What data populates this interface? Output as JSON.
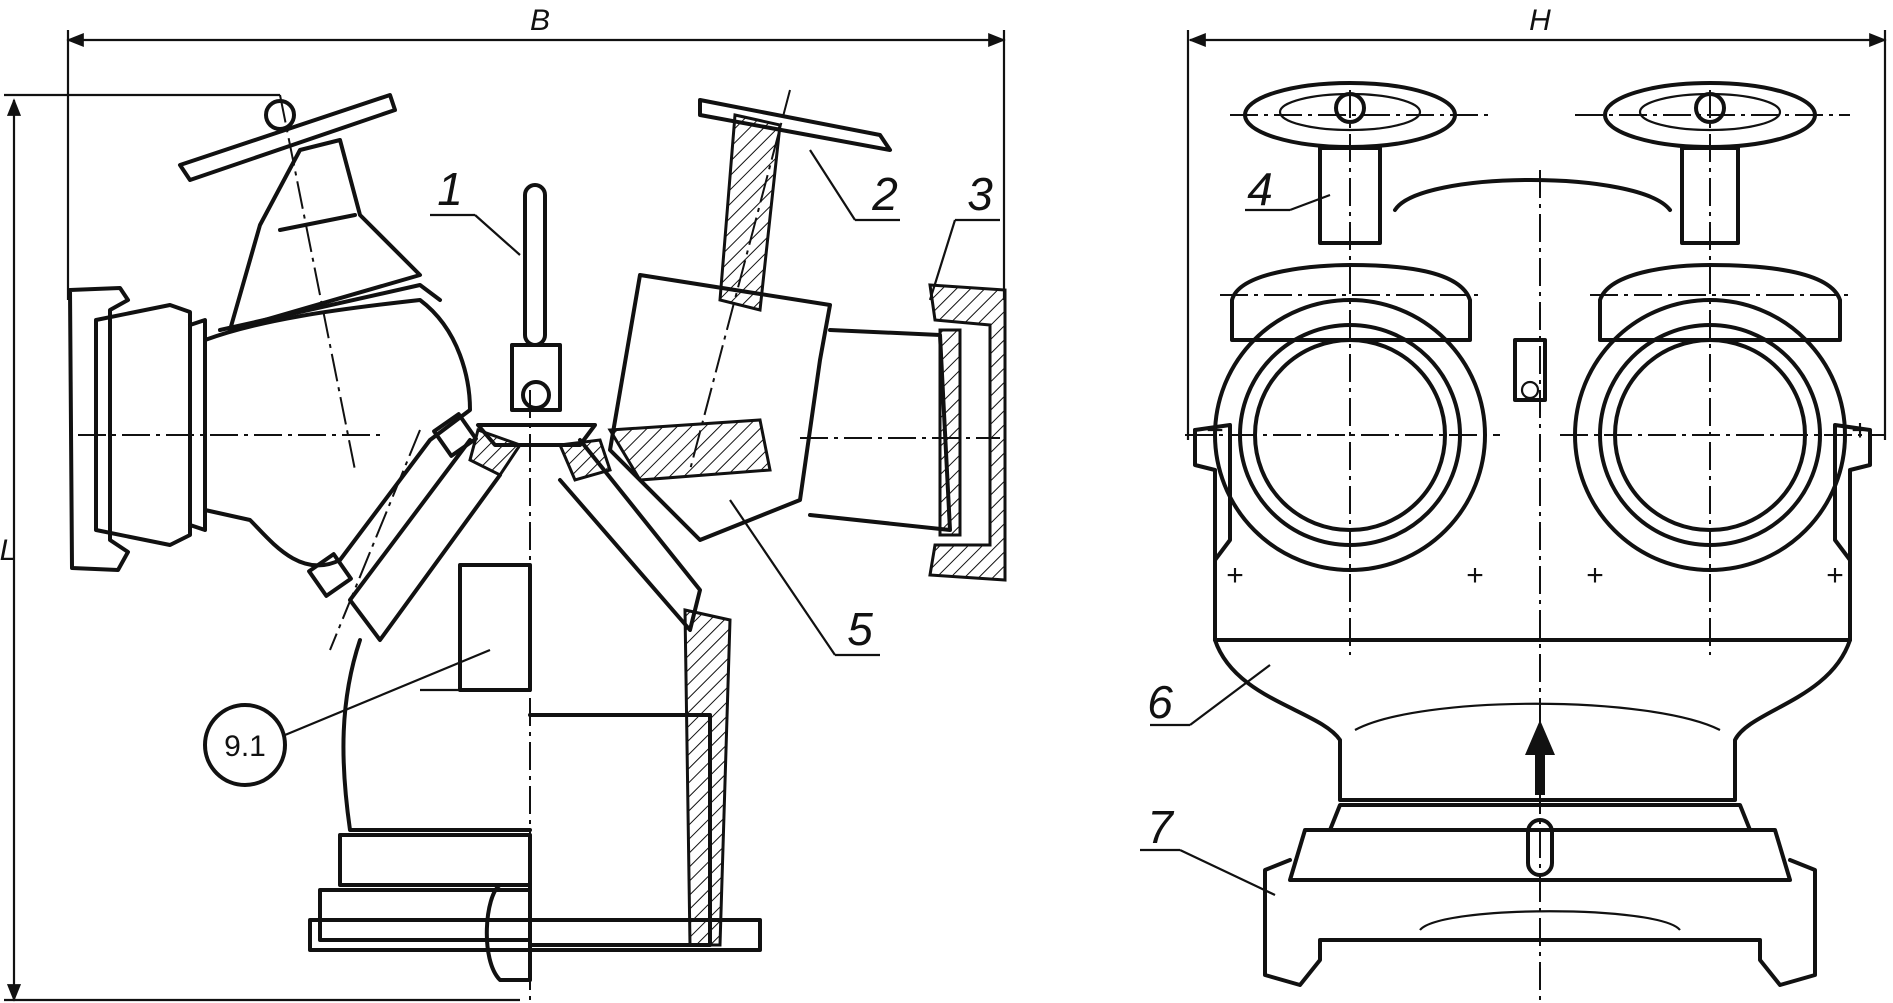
{
  "dimensions": {
    "width_label": "B",
    "height_label": "H",
    "left_label": "L"
  },
  "labels": {
    "l1": "1",
    "l2": "2",
    "l3": "3",
    "l4": "4",
    "l5": "5",
    "l6": "6",
    "l7": "7",
    "ref": "9.1"
  }
}
